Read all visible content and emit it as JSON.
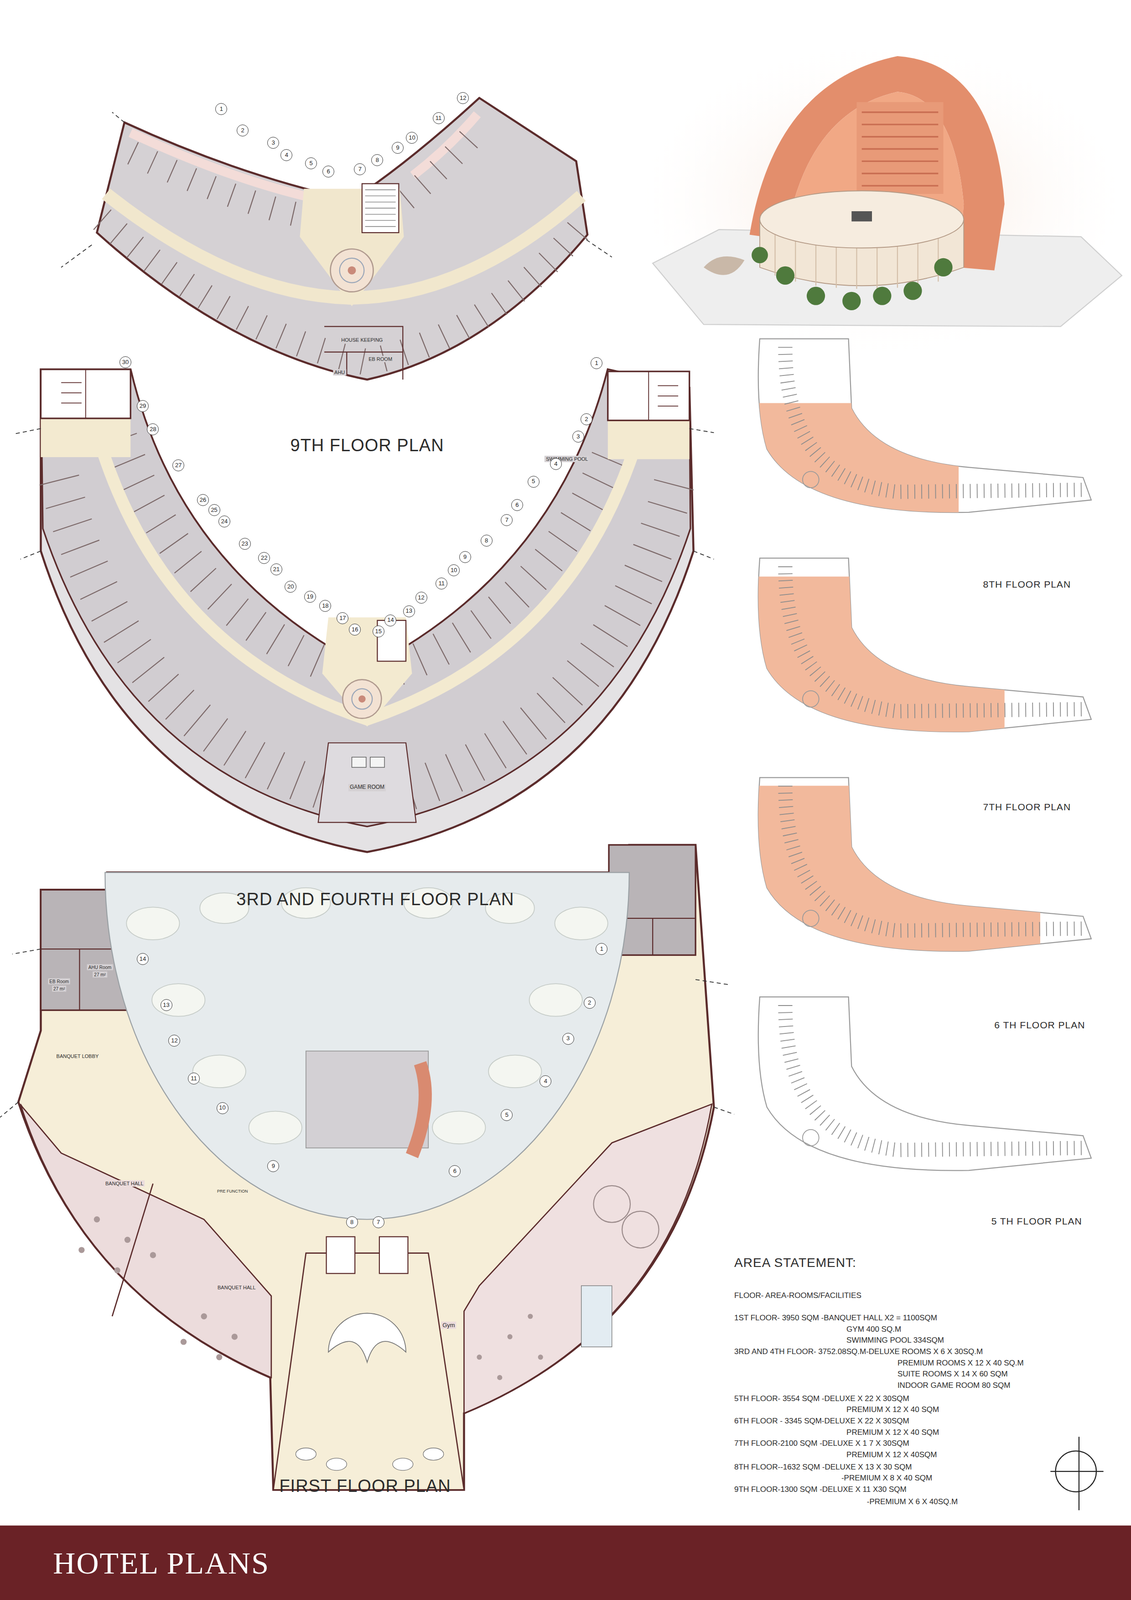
{
  "diagram": {
    "title": "HOTEL PLANS",
    "labels": [
      "9TH FLOOR PLAN",
      "3RD AND FOURTH FLOOR PLAN",
      "FIRST FLOOR PLAN",
      "8TH FLOOR PLAN",
      "7TH FLOOR PLAN",
      "6 TH FLOOR PLAN",
      "5 TH FLOOR PLAN",
      "AREA STATEMENT:",
      "FLOOR- AREA-ROOMS/FACILITIES",
      "1ST FLOOR- 3950 SQM -BANQUET HALL X2 = 1100SQM",
      "GYM 400 SQ.M",
      "SWIMMING POOL 334SQM",
      "3RD AND 4TH FLOOR- 3752.08SQ.M-DELUXE ROOMS X 6 X 30SQ.M",
      "PREMIUM ROOMS X 12 X 40 SQ.M",
      "SUITE ROOMS X 14 X 60 SQM",
      "INDOOR GAME ROOM 80 SQM",
      "5TH FLOOR- 3554 SQM -DELUXE X 22 X 30SQM",
      "PREMIUM X 12 X 40 SQM",
      "6TH FLOOR - 3345 SQM-DELUXE X 22 X 30SQM",
      "PREMIUM X 12 X 40 SQM",
      "7TH FLOOR-2100 SQM -DELUXE X 1 7 X 30SQM",
      "PREMIUM X 12 X 40SQM",
      "8TH FLOOR--1632 SQM -DELUXE X 13 X 30 SQM",
      "-PREMIUM X 8 X 40 SQM",
      "9TH FLOOR-1300 SQM -DELUXE X 11 X30 SQM",
      "-PREMIUM X 6 X 40SQ.M",
      "HOUSE KEEPING",
      "AHU",
      "EB ROOM",
      "SWIMMING POOL",
      "GAME ROOM",
      "EB Room",
      "27 m²",
      "AHU Room",
      "27 m²",
      "BANQUET LOBBY",
      "BANQUET HALL",
      "PRE FUNCTION",
      "BANQUET HALL",
      "Gym",
      "1",
      "2",
      "3",
      "4",
      "5",
      "6",
      "7",
      "8",
      "9",
      "10",
      "11",
      "12",
      "1",
      "2",
      "3",
      "4",
      "5",
      "6",
      "7",
      "8",
      "9",
      "10",
      "11",
      "12",
      "13",
      "14",
      "15",
      "16",
      "17",
      "18",
      "19",
      "20",
      "21",
      "22",
      "23",
      "24",
      "25",
      "26",
      "27",
      "28",
      "29",
      "30",
      "1",
      "2",
      "3",
      "4",
      "5",
      "6",
      "7",
      "8",
      "9",
      "10",
      "11",
      "12",
      "13",
      "14"
    ]
  }
}
